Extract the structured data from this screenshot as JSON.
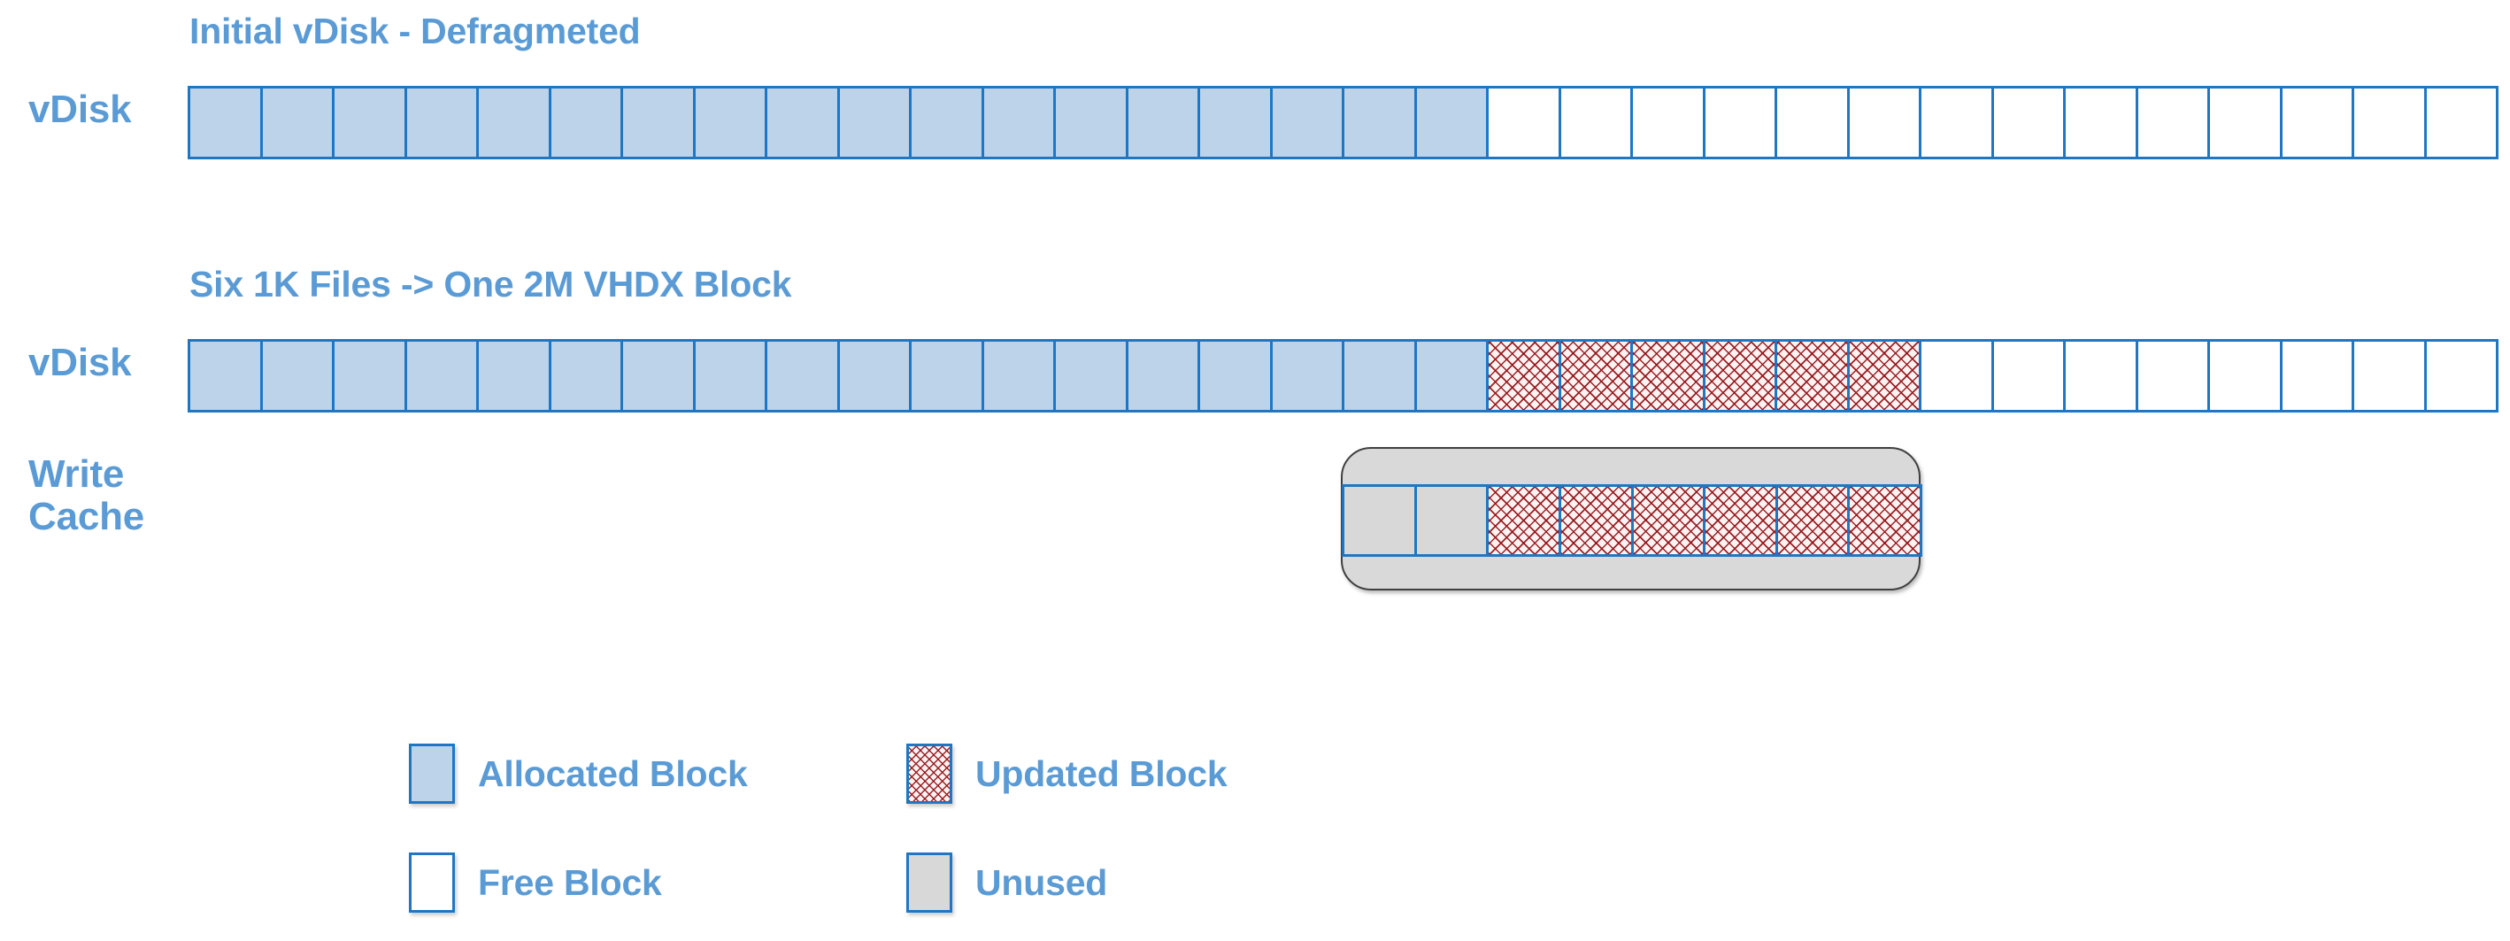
{
  "diagram": {
    "title_semantic": "vDisk block allocation and write cache",
    "colors": {
      "text_blue": "#5B9BD5",
      "block_border": "#1F77C4",
      "allocated_fill": "#BDD3EA",
      "free_fill": "#FFFFFF",
      "unused_fill": "#D8D8D8",
      "updated_hatch": "#961419",
      "cache_shell_fill": "#D9D9D9",
      "cache_shell_border": "#3F3F3F"
    }
  },
  "rows": [
    {
      "id": "initial",
      "title": "Initial vDisk - Defragmeted",
      "label": "vDisk",
      "total_blocks": 32,
      "allocated_blocks": 18,
      "free_blocks": 14,
      "updated_blocks": 0,
      "cells": [
        "allocated",
        "allocated",
        "allocated",
        "allocated",
        "allocated",
        "allocated",
        "allocated",
        "allocated",
        "allocated",
        "allocated",
        "allocated",
        "allocated",
        "allocated",
        "allocated",
        "allocated",
        "allocated",
        "allocated",
        "allocated",
        "free",
        "free",
        "free",
        "free",
        "free",
        "free",
        "free",
        "free",
        "free",
        "free",
        "free",
        "free",
        "free",
        "free"
      ]
    },
    {
      "id": "after-write",
      "title": "Six 1K Files -> One 2M VHDX Block",
      "label": "vDisk",
      "total_blocks": 32,
      "allocated_blocks": 18,
      "updated_blocks": 6,
      "free_blocks": 8,
      "cells": [
        "allocated",
        "allocated",
        "allocated",
        "allocated",
        "allocated",
        "allocated",
        "allocated",
        "allocated",
        "allocated",
        "allocated",
        "allocated",
        "allocated",
        "allocated",
        "allocated",
        "allocated",
        "allocated",
        "allocated",
        "allocated",
        "updated",
        "updated",
        "updated",
        "updated",
        "updated",
        "updated",
        "free",
        "free",
        "free",
        "free",
        "free",
        "free",
        "free",
        "free"
      ]
    }
  ],
  "write_cache": {
    "label": "Write\nCache",
    "total_blocks": 8,
    "unused_blocks": 2,
    "updated_blocks": 6,
    "cells": [
      "unused",
      "unused",
      "updated",
      "updated",
      "updated",
      "updated",
      "updated",
      "updated"
    ]
  },
  "legend": {
    "items": [
      {
        "key": "allocated",
        "label": "Allocated Block",
        "swatch": "allocated"
      },
      {
        "key": "updated",
        "label": "Updated Block",
        "swatch": "updated"
      },
      {
        "key": "free",
        "label": "Free Block",
        "swatch": "free"
      },
      {
        "key": "unused",
        "label": "Unused",
        "swatch": "unused"
      }
    ]
  }
}
